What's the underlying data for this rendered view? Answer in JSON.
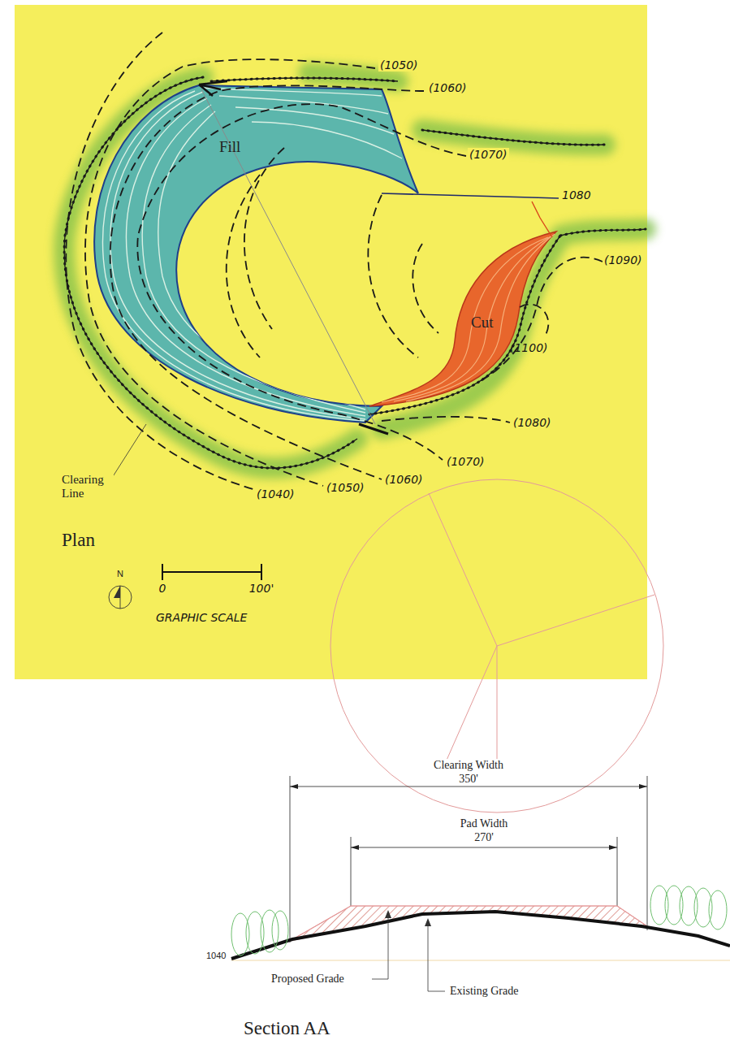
{
  "diagram": {
    "labels": [
      "(1050)",
      "(1060)",
      "(1070)",
      "1080",
      "(1090)",
      "Fill",
      "Cut",
      "(1100)",
      "(1080)",
      "(1070)",
      "(1060)",
      "(1050)",
      "(1040)",
      "Clearing Line",
      "Plan",
      "N",
      "0",
      "100'",
      "GRAPHIC SCALE",
      "Clearing Width",
      "350'",
      "Pad Width",
      "270'",
      "1040",
      "Proposed Grade",
      "Existing Grade",
      "Section AA"
    ]
  }
}
